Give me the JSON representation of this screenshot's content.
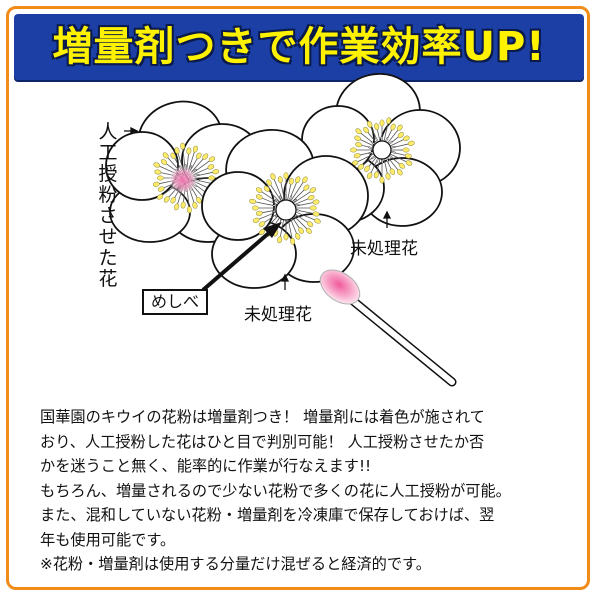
{
  "banner": {
    "title": "増量剤つきで作業効率UP!",
    "background_color": "#1c3fa6",
    "text_color": "#fff200",
    "frame_color": "#f28c18"
  },
  "illustration": {
    "label_pollinated": [
      "人",
      "工",
      "授",
      "粉",
      "さ",
      "せ",
      "た",
      "花"
    ],
    "label_untreated_top": "未処理花",
    "label_untreated_bottom": "未処理花",
    "label_pistil": "めしべ",
    "pollen_color": "#ffeb6b",
    "pink_color": "#f06ba8",
    "icons": [
      "kiwi-flower-pollinated",
      "kiwi-flower-center",
      "kiwi-flower-right",
      "cotton-swab",
      "pointer-arrow"
    ]
  },
  "description": {
    "lines": [
      "国華園のキウイの花粉は増量剤つき！ 増量剤には着色が施されて",
      "おり、人工授粉した花はひと目で判別可能！ 人工授粉させたか否",
      "かを迷うこと無く、能率的に作業が行なえます!!",
      "もちろん、増量されるので少ない花粉で多くの花に人工授粉が可能。",
      "また、混和していない花粉・増量剤を冷凍庫で保存しておけば、翌",
      "年も使用可能です。",
      "※花粉・増量剤は使用する分量だけ混ぜると経済的です。"
    ]
  }
}
